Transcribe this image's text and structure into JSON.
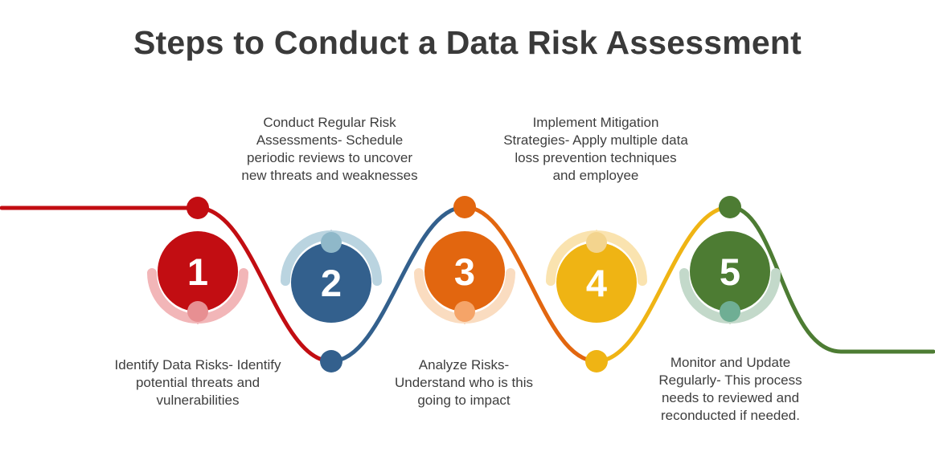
{
  "title": "Steps to Conduct a Data Risk Assessment",
  "palette": {
    "title_color": "#3a3a3a",
    "body_text_color": "#3e3e3e",
    "background": "#ffffff",
    "number_color": "#ffffff"
  },
  "steps": [
    {
      "number": "1",
      "color": "#c20d12",
      "accent": "#f2b6b8",
      "dot": "#e78f92",
      "label": "Identify Data Risks- Identify potential threats and vulnerabilities",
      "label_position": "below"
    },
    {
      "number": "2",
      "color": "#33608d",
      "accent": "#bad4e0",
      "dot": "#8fb8c9",
      "label": "Conduct Regular Risk Assessments- Schedule periodic reviews to uncover new threats and weaknesses",
      "label_position": "above"
    },
    {
      "number": "3",
      "color": "#e2660f",
      "accent": "#fadcc0",
      "dot": "#f5a468",
      "label": "Analyze Risks- Understand who is this going to impact",
      "label_position": "below"
    },
    {
      "number": "4",
      "color": "#efb414",
      "accent": "#fae3af",
      "dot": "#f3d48e",
      "label": "Implement Mitigation Strategies- Apply multiple data loss prevention techniques and employee",
      "label_position": "above"
    },
    {
      "number": "5",
      "color": "#4d7c33",
      "accent": "#c3d9ca",
      "dot": "#6fae94",
      "label": "Monitor and Update Regularly- This process needs to reviewed and reconducted if needed.",
      "label_position": "below"
    }
  ]
}
